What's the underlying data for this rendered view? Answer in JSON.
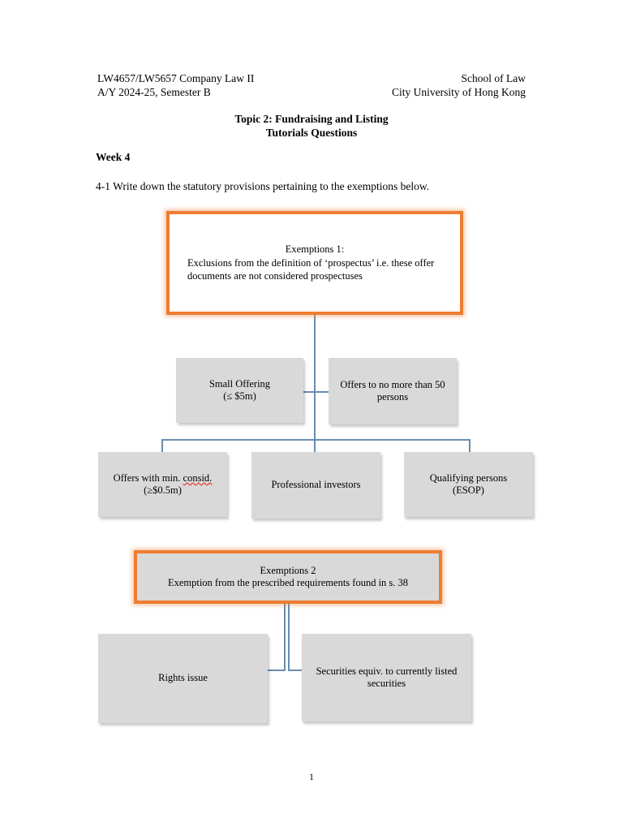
{
  "header": {
    "course_code": "LW4657/LW5657 Company Law II",
    "academic_year": "A/Y 2024-25, Semester B",
    "school": "School of Law",
    "university": "City University of Hong Kong"
  },
  "title": {
    "line1": "Topic 2: Fundraising and Listing",
    "line2": "Tutorials Questions"
  },
  "section": {
    "week": "Week 4",
    "question": "4-1 Write down the statutory provisions pertaining to the exemptions below."
  },
  "diagram": {
    "exemptions_1": {
      "heading": "Exemptions 1:",
      "body": "Exclusions from the definition of ‘prospectus’ i.e. these offer documents are not considered prospectuses"
    },
    "row2": [
      {
        "line1": "Small Offering",
        "line2": "(≤ $5m)"
      },
      {
        "line1": "Offers to no more than 50",
        "line2": "persons"
      }
    ],
    "row3": [
      {
        "line1_a": "Offers with min. ",
        "line1_b": "consid.",
        "line2": "(≥$0.5m)"
      },
      {
        "line1": "Professional investors",
        "line2": ""
      },
      {
        "line1": "Qualifying persons",
        "line2": "(ESOP)"
      }
    ],
    "exemptions_2": {
      "heading": "Exemptions 2",
      "body": "Exemption from the prescribed requirements found in s. 38"
    },
    "row4": [
      {
        "line1": "Rights issue",
        "line2": ""
      },
      {
        "line1": "Securities equiv. to currently listed",
        "line2": "securities"
      }
    ]
  },
  "footer": {
    "page_number": "1"
  },
  "colors": {
    "accent_orange": "#ED7D31",
    "node_gray": "#D9D9D9",
    "connector_blue": "#6A8CAF",
    "spellcheck_red": "#E8413A"
  }
}
